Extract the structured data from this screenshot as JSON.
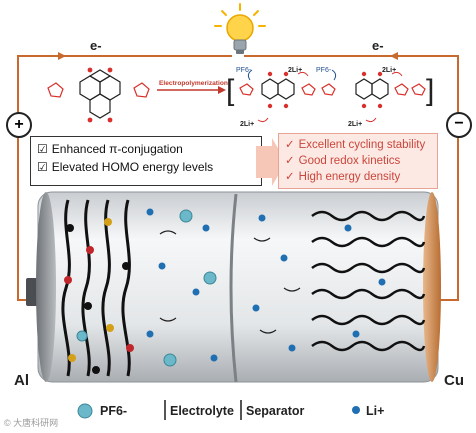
{
  "circuit": {
    "electron_label_left": "e-",
    "electron_label_right": "e-",
    "plus_terminal": "+",
    "minus_terminal": "−",
    "wire_color": "#c8692f"
  },
  "reaction": {
    "arrow_label": "Electropolymerization",
    "pf6_label": "PF6-",
    "li_label": "2Li+"
  },
  "features": [
    {
      "checked": "☑",
      "text": "Enhanced π-conjugation"
    },
    {
      "checked": "☑",
      "text": "Elevated HOMO energy levels"
    }
  ],
  "benefits": [
    {
      "mark": "✓",
      "text": "Excellent cycling stability"
    },
    {
      "mark": "✓",
      "text": "Good redox kinetics"
    },
    {
      "mark": "✓",
      "text": "High energy density"
    }
  ],
  "battery": {
    "left_electrode": "Al",
    "right_electrode": "Cu",
    "legend_pf6": "PF6-",
    "legend_electrolyte": "Electrolyte",
    "legend_separator": "Separator",
    "legend_li": "Li+"
  },
  "colors": {
    "benefit_text": "#c9463c",
    "benefit_bg": "#fde9e3",
    "li_ion": "#1f6fb2",
    "pf6_ion": "#6ab8c9"
  },
  "watermark": "© 大唐科研网"
}
